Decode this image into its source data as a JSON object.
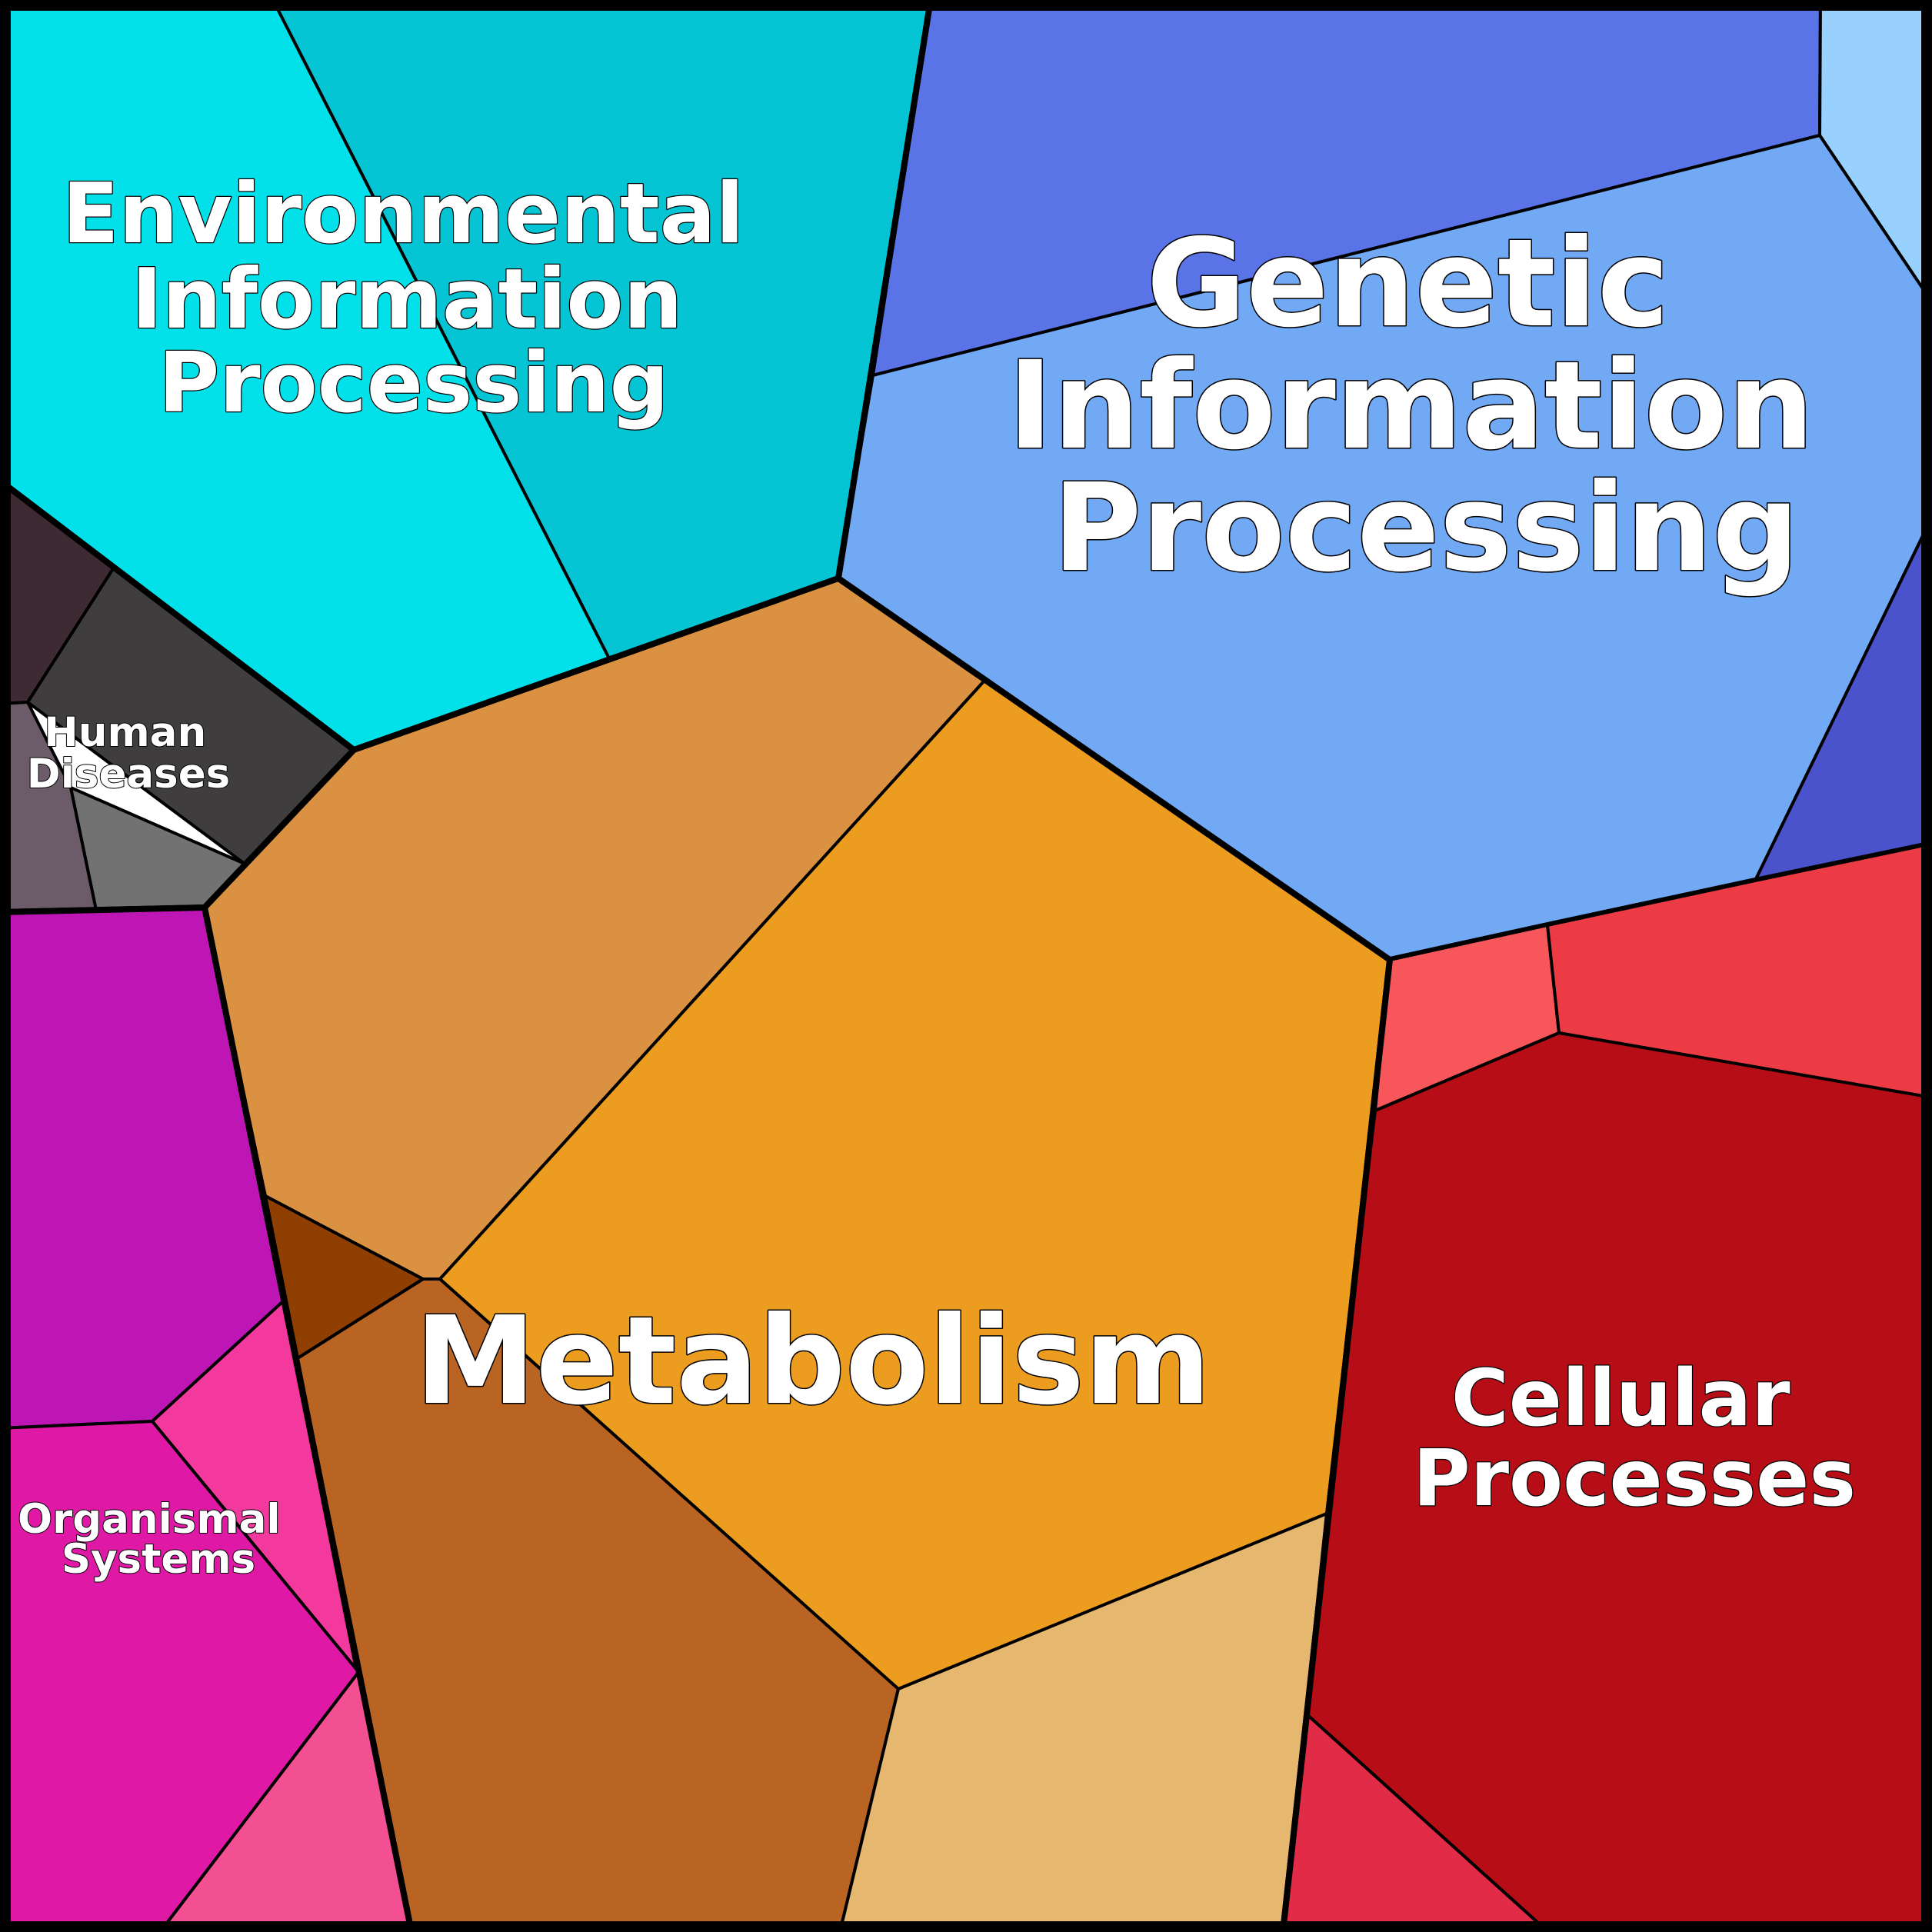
{
  "diagram": {
    "type": "voronoi-treemap",
    "categories": [
      {
        "id": "environmental",
        "label_lines": [
          "Environmental",
          "Information",
          "Processing"
        ],
        "colors": [
          "#02e1e9",
          "#05c5d5"
        ]
      },
      {
        "id": "genetic",
        "label_lines": [
          "Genetic",
          "Information",
          "Processing"
        ],
        "colors": [
          "#5a74e8",
          "#72a9f5",
          "#98d0fe",
          "#4a53cc"
        ]
      },
      {
        "id": "human",
        "label_lines": [
          "Human",
          "Diseases"
        ],
        "colors": [
          "#3d2a32",
          "#403d3e",
          "#6c5c6a",
          "#727272"
        ]
      },
      {
        "id": "metabolism",
        "label_lines": [
          "Metabolism"
        ],
        "colors": [
          "#da9242",
          "#ec9d1f",
          "#b96423",
          "#8f3f02",
          "#e6b76e"
        ]
      },
      {
        "id": "organismal",
        "label_lines": [
          "Organismal",
          "Systems"
        ],
        "colors": [
          "#bd16b4",
          "#f3399d",
          "#df19a6",
          "#f34f93"
        ]
      },
      {
        "id": "cellular",
        "label_lines": [
          "Cellular",
          "Processes"
        ],
        "colors": [
          "#f7575b",
          "#ec3b45",
          "#b70d16",
          "#e22b46"
        ]
      }
    ]
  }
}
